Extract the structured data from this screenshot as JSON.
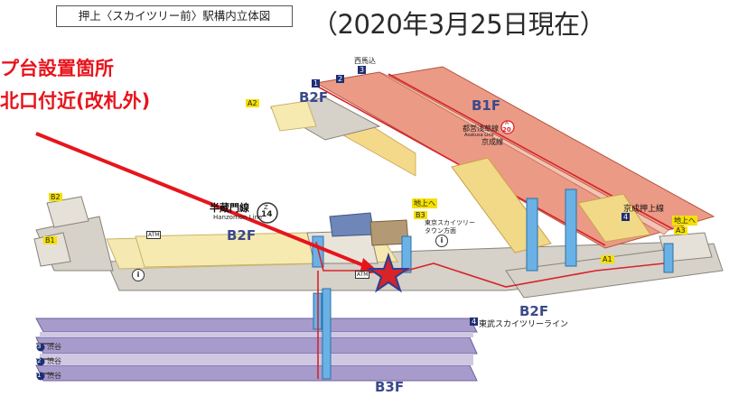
{
  "header": {
    "box_title": "押上〈スカイツリー前〉駅構内立体図",
    "date_note": "（2020年3月25日現在）"
  },
  "callout": {
    "line1": "プ台設置箇所",
    "line2": "北口付近(改札外)",
    "color": "#e8141c"
  },
  "floors": {
    "b1f": "B1F",
    "b2f_upper": "B2F",
    "b2f_left": "B2F",
    "b2f_right": "B2F",
    "b3f": "B3F"
  },
  "lines": {
    "hanzomon_ja": "半蔵門線",
    "hanzomon_en": "Hanzomon Line",
    "hanzomon_code": "Z",
    "hanzomon_num": "14",
    "asakusa_ja": "都営浅草線",
    "asakusa_en": "Asakusa Line",
    "asakusa_code": "A",
    "asakusa_num": "20",
    "keisei": "京成線",
    "keisei_oshiage": "京成押上線",
    "tobu": "東武スカイツリーライン"
  },
  "exits": {
    "a1": "A1",
    "a2": "A2",
    "a3": "A3",
    "b1": "B1",
    "b2": "B2",
    "b3": "B3",
    "to_ground": "地上へ"
  },
  "places": {
    "tokyo_skytree_town": "東京スカイツリー\nタウン方面"
  },
  "platforms": {
    "nishimagome_num": "3",
    "nishimagome": "西馬込",
    "p1": "1",
    "p2": "2",
    "p4": "4",
    "p4b": "4",
    "shibuya": "渋谷",
    "shibuya3": "3",
    "shibuya2": "2",
    "shibuya1": "1"
  },
  "facilities": {
    "atm": "ATM",
    "atm2": "ATM",
    "info": "i"
  },
  "colors": {
    "background": "#ffffff",
    "concourse": "#f7eab0",
    "concourse_floor": "#d9d4cc",
    "asakusa_track": "#e88c78",
    "platform_blue": "#6ab2e6",
    "b3f_track": "#9d8fc4",
    "stair_yellow": "#f0d27a",
    "route_red": "#d8232a",
    "star": "#d8232a"
  }
}
